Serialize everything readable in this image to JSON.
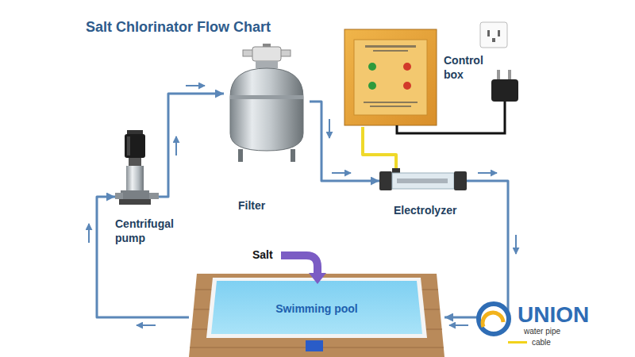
{
  "diagram": {
    "title": "Salt Chlorinator Flow Chart",
    "nodes": [
      {
        "text": [
          "Centrifugal pump"
        ]
      },
      {
        "text": [
          "Filter"
        ]
      },
      {
        "text": [
          "Control box"
        ]
      },
      {
        "text": [
          "Electrolyzer"
        ]
      },
      {
        "text": [
          "Swimming pool"
        ]
      }
    ],
    "edges": [
      {
        "from": 0,
        "to": 1,
        "arrow": "to"
      },
      {
        "from": 1,
        "to": 3,
        "arrow": "to"
      },
      {
        "from": 3,
        "to": 4,
        "arrow": "to"
      },
      {
        "from": 4,
        "to": 0,
        "arrow": "to"
      },
      {
        "from": 2,
        "to": 3,
        "arrow": "none"
      }
    ],
    "labels": [
      "Salt",
      "UNION",
      "water pipe",
      "cable"
    ]
  }
}
